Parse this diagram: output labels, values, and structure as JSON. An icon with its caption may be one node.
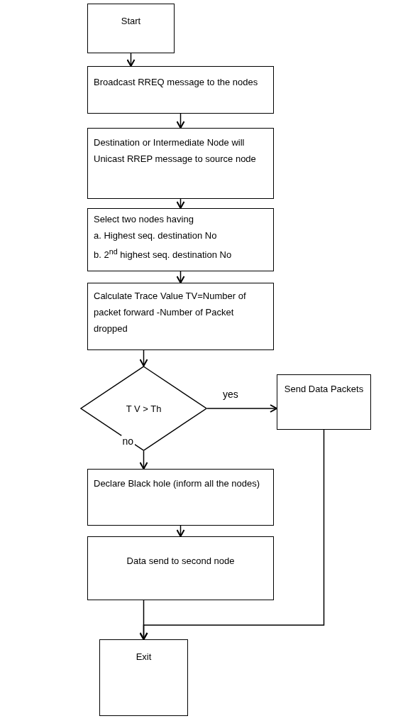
{
  "diagram": {
    "nodes": [
      {
        "text": [
          "Start"
        ]
      },
      {
        "text": [
          "Broadcast RREQ message to the nodes"
        ]
      },
      {
        "text": [
          "Destination or Intermediate Node will Unicast RREP message to source node"
        ]
      },
      {
        "text": [
          "Select two nodes having",
          "a. Highest seq. destination No",
          "b. 2$^{nd}$ highest seq. destination No"
        ]
      },
      {
        "text": [
          "Calculate Trace Value TV=Number of packet forward -Number of Packet dropped"
        ]
      },
      {
        "text": [
          "T V > Th"
        ]
      },
      {
        "text": [
          "Send Data Packets"
        ]
      },
      {
        "text": [
          "Declare Black hole (inform all the nodes)"
        ]
      },
      {
        "text": [
          "Data send to second node"
        ]
      },
      {
        "text": [
          "Exit"
        ]
      }
    ],
    "edges": [
      {
        "from": 0,
        "to": 1,
        "arrow": "to"
      },
      {
        "from": 1,
        "to": 2,
        "arrow": "to"
      },
      {
        "from": 2,
        "to": 3,
        "arrow": "to"
      },
      {
        "from": 3,
        "to": 4,
        "arrow": "to"
      },
      {
        "from": 4,
        "to": 5,
        "arrow": "to"
      },
      {
        "from": 5,
        "to": 6,
        "arrow": "to",
        "label": "yes"
      },
      {
        "from": 5,
        "to": 7,
        "arrow": "to",
        "label": "no"
      },
      {
        "from": 7,
        "to": 8,
        "arrow": "to"
      },
      {
        "from": 8,
        "to": 9,
        "arrow": "to"
      },
      {
        "from": 6,
        "to": 9,
        "arrow": "to"
      }
    ]
  }
}
